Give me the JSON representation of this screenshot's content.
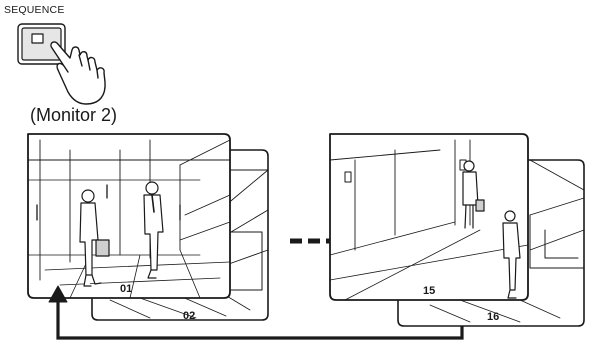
{
  "button": {
    "label": "SEQUENCE",
    "icon": "sequence-key-icon"
  },
  "pointer_icon": "hand-pointer-icon",
  "monitor": {
    "label": "(Monitor 2)"
  },
  "frames": {
    "front_left": "01",
    "back_left": "02",
    "front_right": "15",
    "back_right": "16"
  },
  "loop_arrow_icon": "loop-return-arrow-icon",
  "colors": {
    "line": "#1a1a1a",
    "frame_fill": "#ffffff",
    "key_fill": "#e6e6e6",
    "pane": "#cfcfcf"
  }
}
